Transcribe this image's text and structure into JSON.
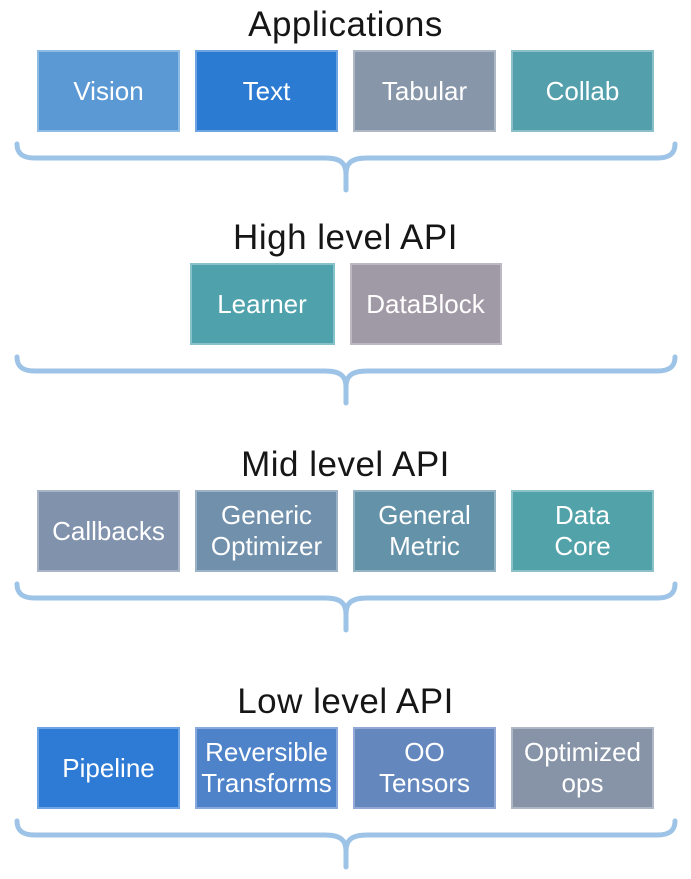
{
  "brace": {
    "color": "#9DC3E6"
  },
  "sections": [
    {
      "heading": "Applications",
      "boxes": [
        {
          "label": "Vision",
          "bg": "#5B99D5",
          "border": "#8FBCE4"
        },
        {
          "label": "Text",
          "bg": "#2B7BD3",
          "border": "#6FA4E3"
        },
        {
          "label": "Tabular",
          "bg": "#8796A9",
          "border": "#AEB8C5"
        },
        {
          "label": "Collab",
          "bg": "#539FAB",
          "border": "#8BC0C8"
        }
      ]
    },
    {
      "heading": "High level API",
      "boxes": [
        {
          "label": "Learner",
          "bg": "#4FA2AC",
          "border": "#87C2C9"
        },
        {
          "label": "DataBlock",
          "bg": "#A09AA6",
          "border": "#BEB8C3"
        }
      ]
    },
    {
      "heading": "Mid level API",
      "boxes": [
        {
          "label": "Callbacks",
          "bg": "#8092AC",
          "border": "#A9B4C7"
        },
        {
          "label": "Generic\nOptimizer",
          "bg": "#7090AC",
          "border": "#9CB2C7"
        },
        {
          "label": "General\nMetric",
          "bg": "#6492A8",
          "border": "#94B4C4"
        },
        {
          "label": "Data\nCore",
          "bg": "#52A2AA",
          "border": "#8AC2C7"
        }
      ]
    },
    {
      "heading": "Low level API",
      "boxes": [
        {
          "label": "Pipeline",
          "bg": "#2E7BD6",
          "border": "#6FA4E4"
        },
        {
          "label": "Reversible\nTransforms",
          "bg": "#4E82C9",
          "border": "#88A9DC"
        },
        {
          "label": "OO\nTensors",
          "bg": "#6487BE",
          "border": "#93A9D5"
        },
        {
          "label": "Optimized\nops",
          "bg": "#8794A8",
          "border": "#AEB7C5"
        }
      ]
    }
  ]
}
